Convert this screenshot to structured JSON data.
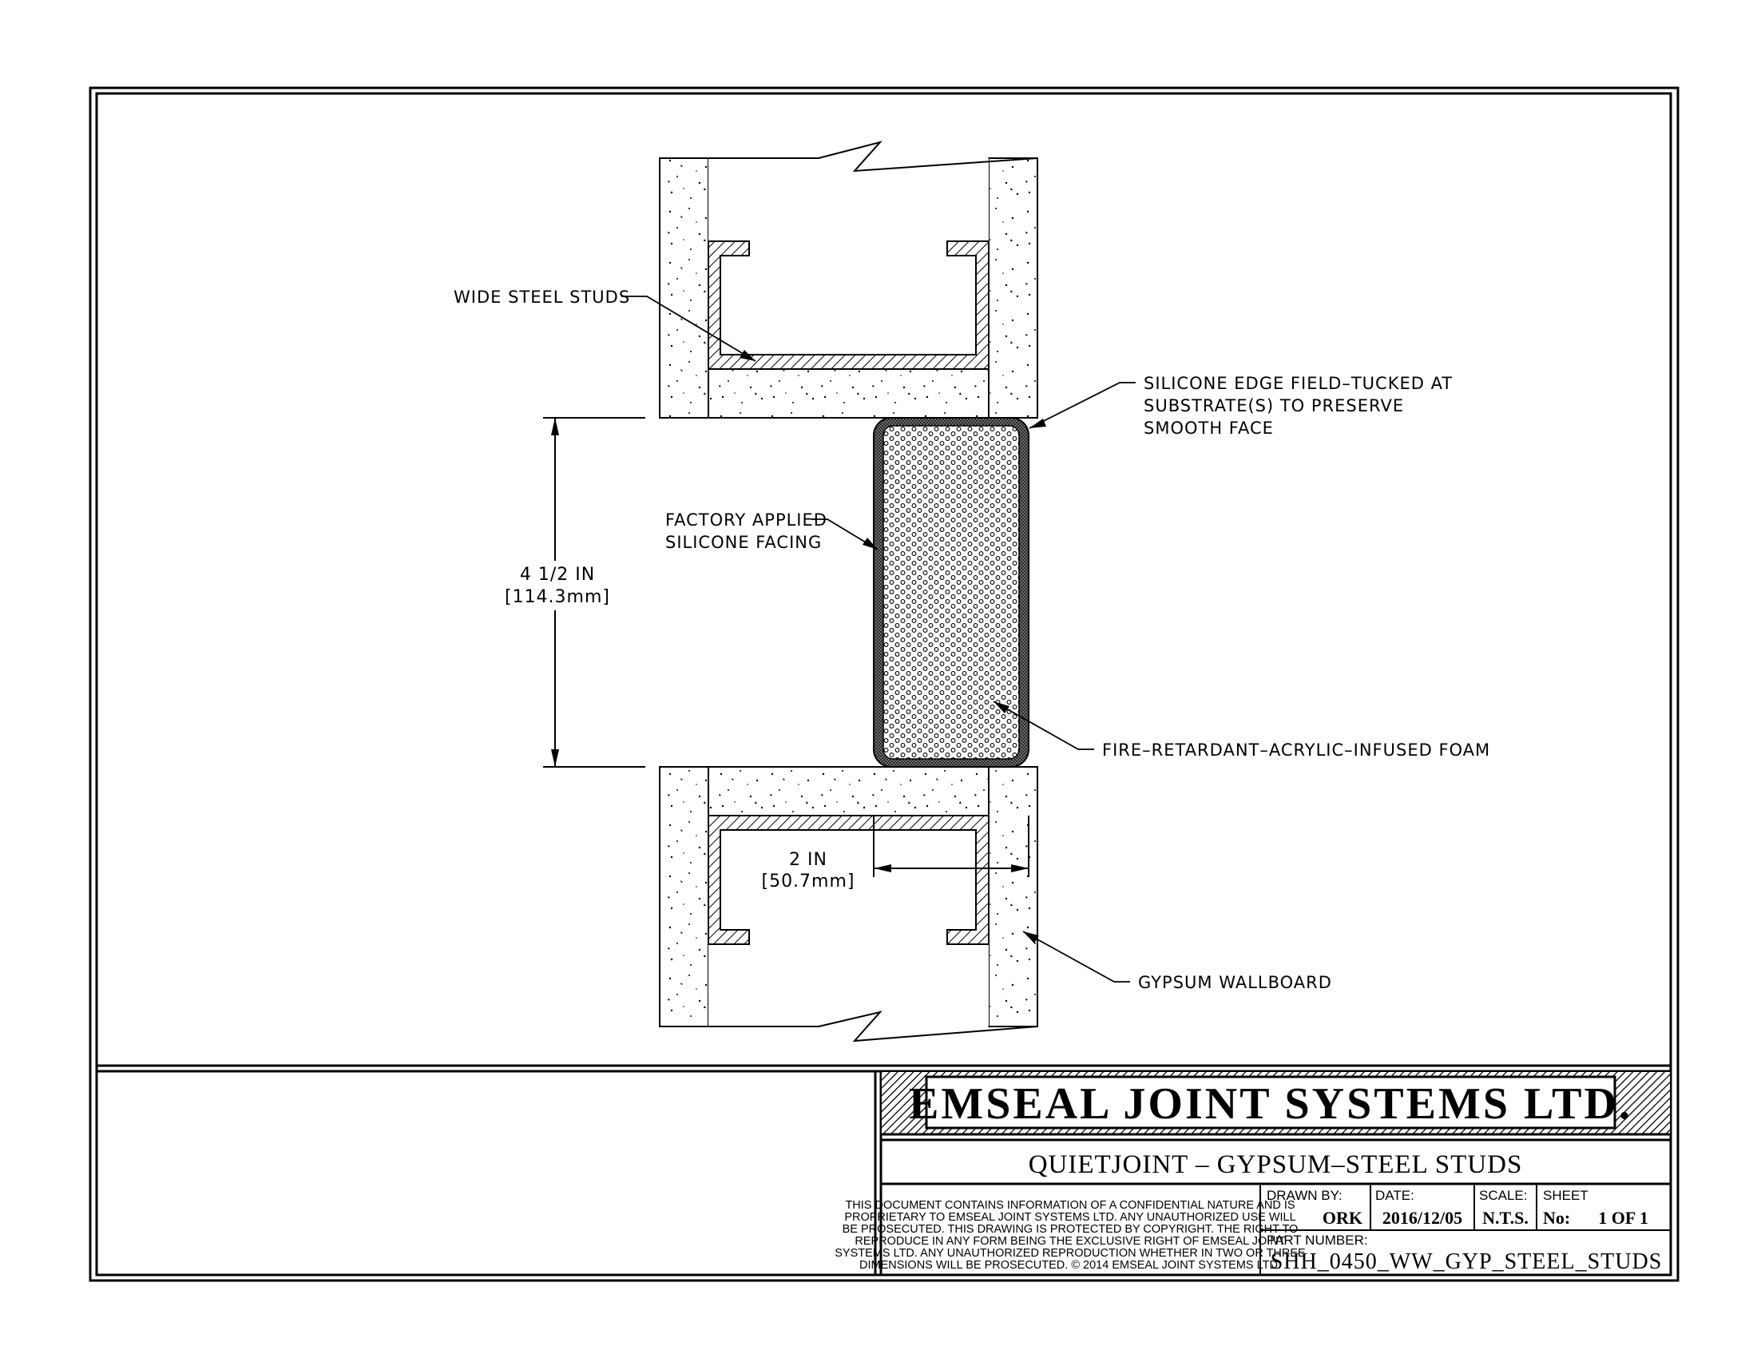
{
  "drawing": {
    "callouts": {
      "wide_steel_studs": "WIDE STEEL STUDS",
      "silicone_edge": [
        "SILICONE EDGE FIELD–TUCKED AT",
        "SUBSTRATE(S) TO PRESERVE",
        "SMOOTH FACE"
      ],
      "factory_applied": [
        "FACTORY APPLIED",
        "SILICONE FACING"
      ],
      "foam": "FIRE–RETARDANT–ACRYLIC–INFUSED FOAM",
      "gypsum": "GYPSUM WALLBOARD"
    },
    "dimensions": {
      "joint_width": [
        "4 1/2 IN",
        "[114.3mm]"
      ],
      "depth": [
        "2 IN",
        "[50.7mm]"
      ]
    }
  },
  "title_block": {
    "company": "EMSEAL JOINT SYSTEMS LTD.",
    "product": "QUIETJOINT – GYPSUM–STEEL STUDS",
    "disclaimer": [
      "THIS DOCUMENT CONTAINS INFORMATION OF A CONFIDENTIAL NATURE AND IS",
      "PROPRIETARY TO EMSEAL JOINT SYSTEMS LTD. ANY UNAUTHORIZED USE WILL",
      "BE PROSECUTED. THIS DRAWING IS PROTECTED BY COPYRIGHT. THE RIGHT TO",
      "REPRODUCE IN ANY FORM BEING THE EXCLUSIVE RIGHT OF EMSEAL JOINT",
      "SYSTEMS LTD. ANY UNAUTHORIZED REPRODUCTION WHETHER IN TWO OR THREE",
      "DIMENSIONS WILL BE PROSECUTED. © 2014 EMSEAL JOINT SYSTEMS LTD."
    ],
    "drawn_by_label": "DRAWN BY:",
    "drawn_by": "ORK",
    "date_label": "DATE:",
    "date": "2016/12/05",
    "scale_label": "SCALE:",
    "scale": "N.T.S.",
    "sheet_label": "SHEET",
    "sheet_no_label": "No:",
    "sheet": "1 OF 1",
    "part_number_label": "PART NUMBER:",
    "part_number": "SHH_0450_WW_GYP_STEEL_STUDS"
  }
}
